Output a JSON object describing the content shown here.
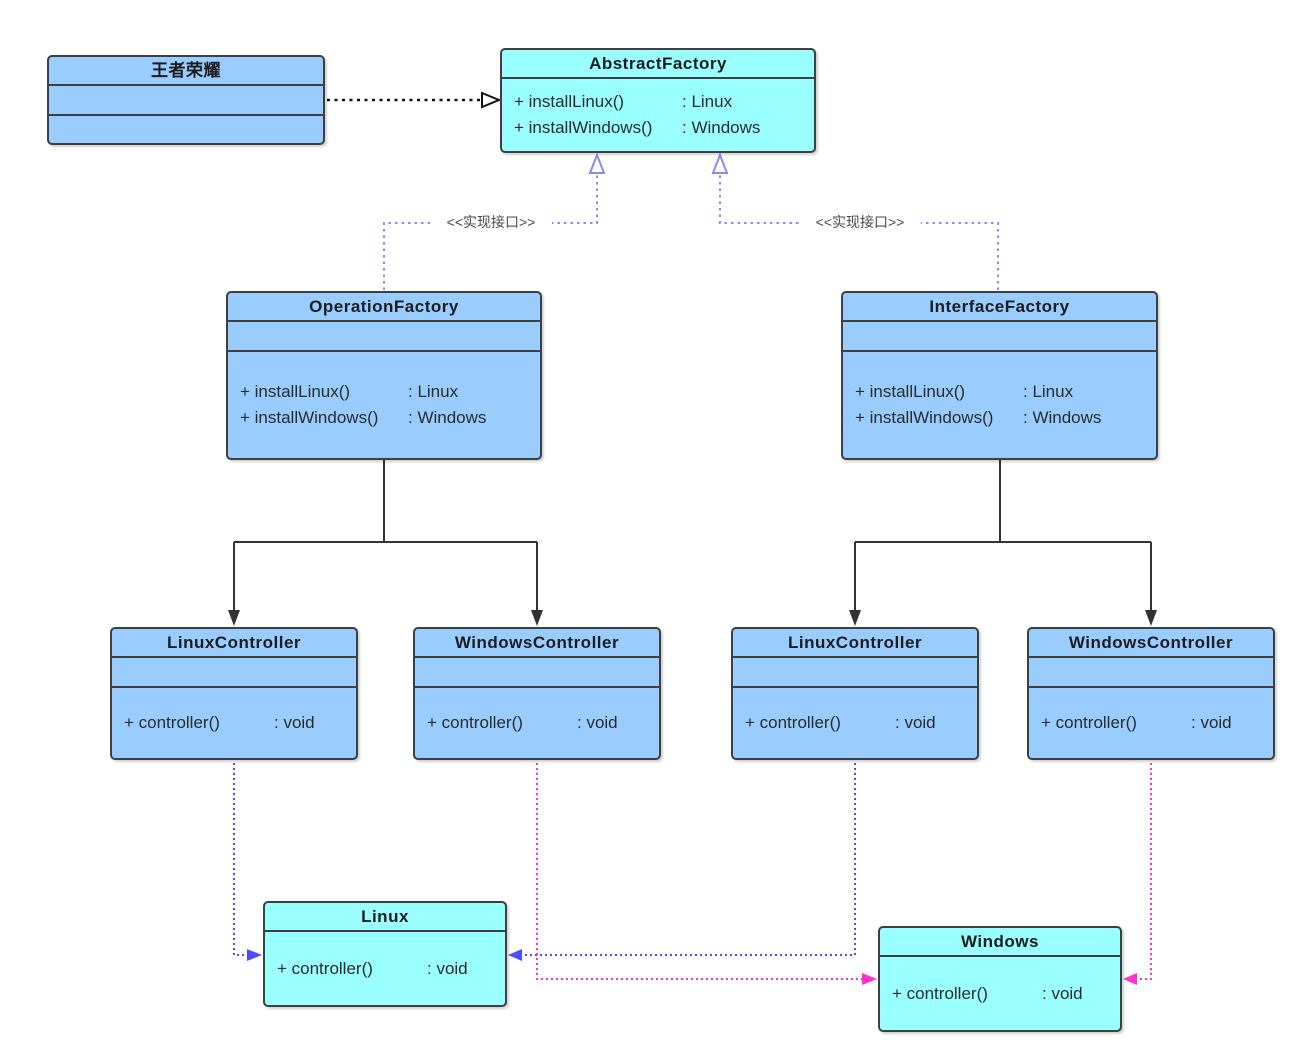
{
  "colors": {
    "class_fill_blue": "#99CCFF",
    "class_fill_cyan": "#99FFFF",
    "box_border": "#3F3F3F",
    "dependency_link": "#111111",
    "realization_link": "#8A8AEE",
    "linux_link": "#4D4DFF",
    "windows_link": "#FF33CC",
    "solid_link": "#333333"
  },
  "boxes": {
    "king_of_glory": {
      "title": "王者荣耀"
    },
    "abstract_factory": {
      "title": "AbstractFactory",
      "methods": [
        {
          "name": "+ installLinux()",
          "type": ": Linux"
        },
        {
          "name": "+ installWindows()",
          "type": ": Windows"
        }
      ]
    },
    "operation_factory": {
      "title": "OperationFactory",
      "methods": [
        {
          "name": "+ installLinux()",
          "type": ": Linux"
        },
        {
          "name": "+ installWindows()",
          "type": ": Windows"
        }
      ]
    },
    "interface_factory": {
      "title": "InterfaceFactory",
      "methods": [
        {
          "name": "+ installLinux()",
          "type": ": Linux"
        },
        {
          "name": "+ installWindows()",
          "type": ": Windows"
        }
      ]
    },
    "linux_controller_left": {
      "title": "LinuxController",
      "methods": [
        {
          "name": "+ controller()",
          "type": ": void"
        }
      ]
    },
    "windows_controller_left": {
      "title": "WindowsController",
      "methods": [
        {
          "name": "+ controller()",
          "type": ": void"
        }
      ]
    },
    "linux_controller_right": {
      "title": "LinuxController",
      "methods": [
        {
          "name": "+ controller()",
          "type": ": void"
        }
      ]
    },
    "windows_controller_right": {
      "title": "WindowsController",
      "methods": [
        {
          "name": "+ controller()",
          "type": ": void"
        }
      ]
    },
    "linux": {
      "title": "Linux",
      "methods": [
        {
          "name": "+ controller()",
          "type": ": void"
        }
      ]
    },
    "windows": {
      "title": "Windows",
      "methods": [
        {
          "name": "+ controller()",
          "type": ": void"
        }
      ]
    }
  },
  "labels": {
    "realization_left": "<<实现接口>>",
    "realization_right": "<<实现接口>>"
  }
}
